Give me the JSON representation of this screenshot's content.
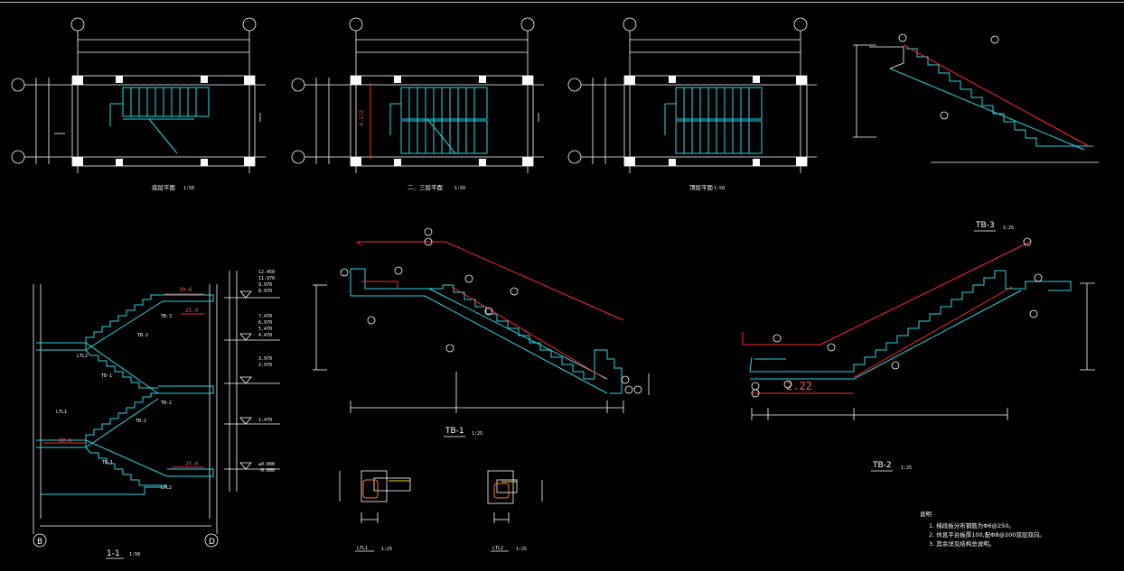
{
  "titles": {
    "plan_ground": "底层平面",
    "plan_mid": "二、三层平面",
    "plan_top": "顶层平面",
    "section": "1-1",
    "tb1": "TB-1",
    "tb2": "TB-2",
    "tb3": "TB-3",
    "ltl1": "LTL1",
    "ltl2": "LTL2"
  },
  "scales": {
    "plan": "1:50",
    "section": "1:50",
    "tb": "1:25",
    "ltl": "1:25"
  },
  "axes": {
    "left": "B",
    "right": "D"
  },
  "section_labels": {
    "tb_top": "TB-3",
    "tb_mid": "TB-2",
    "tb_low": "TB-1",
    "ltl_top": "LTL2",
    "ltl_mid": "LTL1",
    "ltl_low": "LTL2",
    "dim_top_a": "30.6",
    "dim_top_b": "25.0",
    "dim_low_a": "30.6",
    "dim_low_b": "25.0"
  },
  "elevations": [
    "12.450",
    "11.970",
    "9.970",
    "8.970",
    "7.470",
    "6.970",
    "5.470",
    "4.470",
    "3.970",
    "2.970",
    "1.470",
    "±0.000",
    "-0.600"
  ],
  "tb2_span": "2.22",
  "notes": {
    "title": "说明",
    "items": [
      "1. 梯段板分布钢筋为Φ6@250。",
      "2. 休息平台板厚100,配Φ8@200双层双向。",
      "3. 其余详见结构总说明。"
    ]
  }
}
